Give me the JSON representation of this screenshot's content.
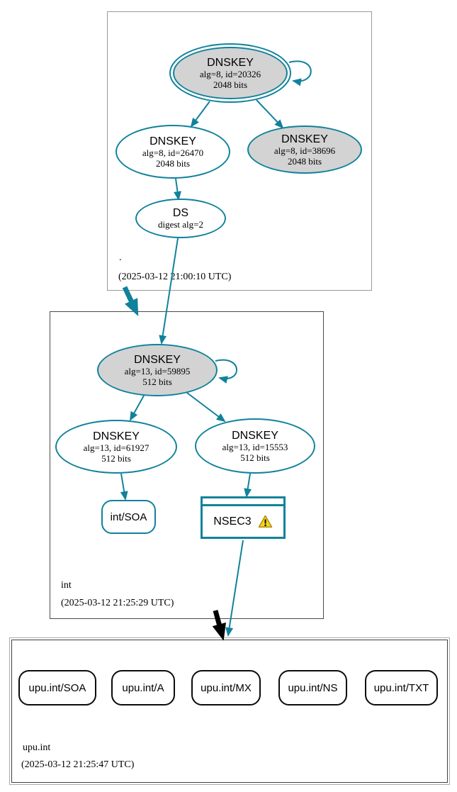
{
  "colors": {
    "accent_teal": "#10829B",
    "node_fill_gray": "#D3D3D3",
    "insecure_black": "#000000",
    "warning_yellow": "#F9D616"
  },
  "zones": {
    "root": {
      "label": ".",
      "timestamp": "(2025-03-12 21:00:10 UTC)",
      "ksk": {
        "title": "DNSKEY",
        "line2": "alg=8, id=20326",
        "line3": "2048 bits"
      },
      "zsk": {
        "title": "DNSKEY",
        "line2": "alg=8, id=26470",
        "line3": "2048 bits"
      },
      "key3": {
        "title": "DNSKEY",
        "line2": "alg=8, id=38696",
        "line3": "2048 bits"
      },
      "ds": {
        "title": "DS",
        "line2": "digest alg=2"
      }
    },
    "int": {
      "label": "int",
      "timestamp": "(2025-03-12 21:25:29 UTC)",
      "ksk": {
        "title": "DNSKEY",
        "line2": "alg=13, id=59895",
        "line3": "512 bits"
      },
      "zsk1": {
        "title": "DNSKEY",
        "line2": "alg=13, id=61927",
        "line3": "512 bits"
      },
      "zsk2": {
        "title": "DNSKEY",
        "line2": "alg=13, id=15553",
        "line3": "512 bits"
      },
      "soa": {
        "label": "int/SOA"
      },
      "nsec3": {
        "label": "NSEC3",
        "icon": "warning-triangle-icon"
      }
    },
    "upu_int": {
      "label": "upu.int",
      "timestamp": "(2025-03-12 21:25:47 UTC)",
      "rrsets": [
        {
          "label": "upu.int/SOA"
        },
        {
          "label": "upu.int/A"
        },
        {
          "label": "upu.int/MX"
        },
        {
          "label": "upu.int/NS"
        },
        {
          "label": "upu.int/TXT"
        }
      ]
    }
  }
}
